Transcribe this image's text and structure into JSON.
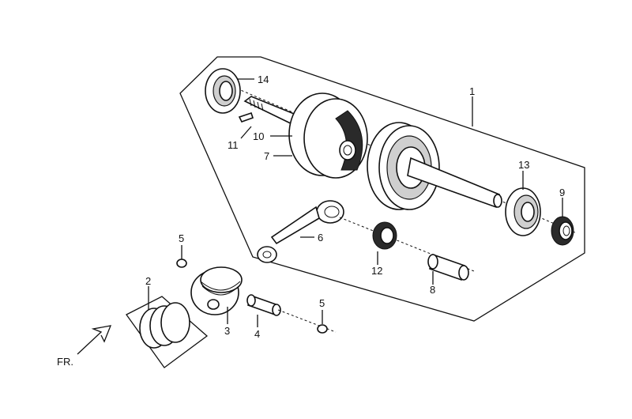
{
  "callouts": {
    "c1": "1",
    "c2": "2",
    "c3": "3",
    "c4": "4",
    "c5a": "5",
    "c5b": "5",
    "c6": "6",
    "c7": "7",
    "c8": "8",
    "c9": "9",
    "c10": "10",
    "c11": "11",
    "c12": "12",
    "c13": "13",
    "c14": "14"
  },
  "direction_label": "FR."
}
